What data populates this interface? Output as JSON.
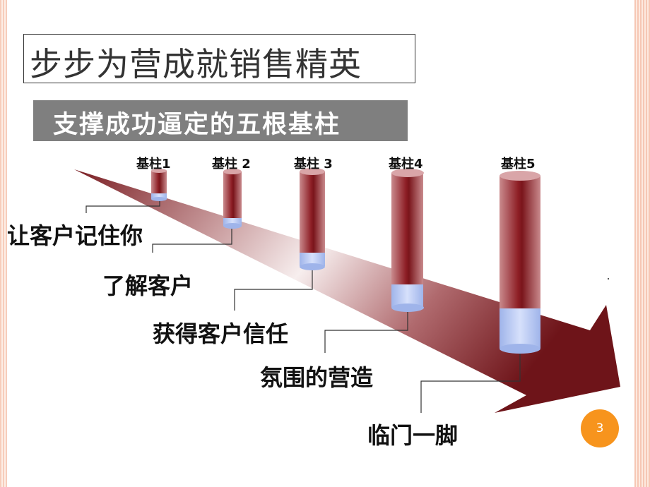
{
  "title": "步步为营成就销售精英",
  "subtitle": "支撑成功逼定的五根基柱",
  "pillars": [
    {
      "label": "基柱1"
    },
    {
      "label": "基柱 2"
    },
    {
      "label": "基柱 3"
    },
    {
      "label": "基柱4"
    },
    {
      "label": "基柱5"
    }
  ],
  "stages": [
    {
      "label": "让客户记住你"
    },
    {
      "label": "了解客户"
    },
    {
      "label": "获得客户信任"
    },
    {
      "label": "氛围的营造"
    },
    {
      "label": "临门一脚"
    }
  ],
  "page_number": "3",
  "colors": {
    "arrow_dark": "#7a1d22",
    "pillar_red": "#b04a4f",
    "pillar_blue": "#b7c9f2",
    "subtitle_bg": "#7f7f7f",
    "badge": "#f7941d"
  }
}
